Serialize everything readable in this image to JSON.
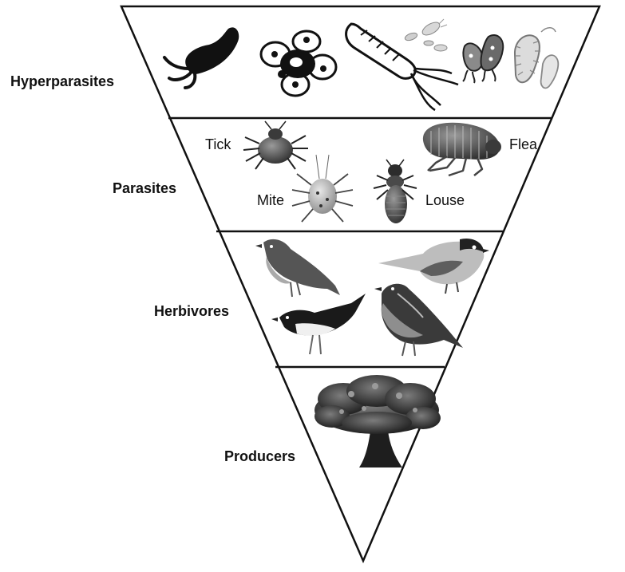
{
  "diagram": {
    "tiers": [
      {
        "label": "Hyperparasites"
      },
      {
        "label": "Parasites"
      },
      {
        "label": "Herbivores"
      },
      {
        "label": "Producers"
      }
    ],
    "organism_labels": {
      "tick": "Tick",
      "flea": "Flea",
      "mite": "Mite",
      "louse": "Louse"
    }
  }
}
